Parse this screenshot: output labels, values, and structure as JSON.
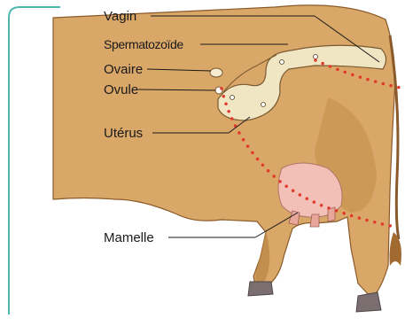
{
  "labels": {
    "vagin": "Vagin",
    "spermatozoide": "Spermatozoïde",
    "ovaire": "Ovaire",
    "ovule": "Ovule",
    "uterus": "Utérus",
    "mamelle": "Mamelle"
  },
  "colors": {
    "panel_border": "#4fb7b0",
    "cow_body": "#d9a768",
    "cow_shadow": "#b98544",
    "uterus_fill": "#f1e6c4",
    "dotted_line": "#e2372b",
    "udder": "#f2c0b6",
    "hoof": "#7a6e70"
  }
}
